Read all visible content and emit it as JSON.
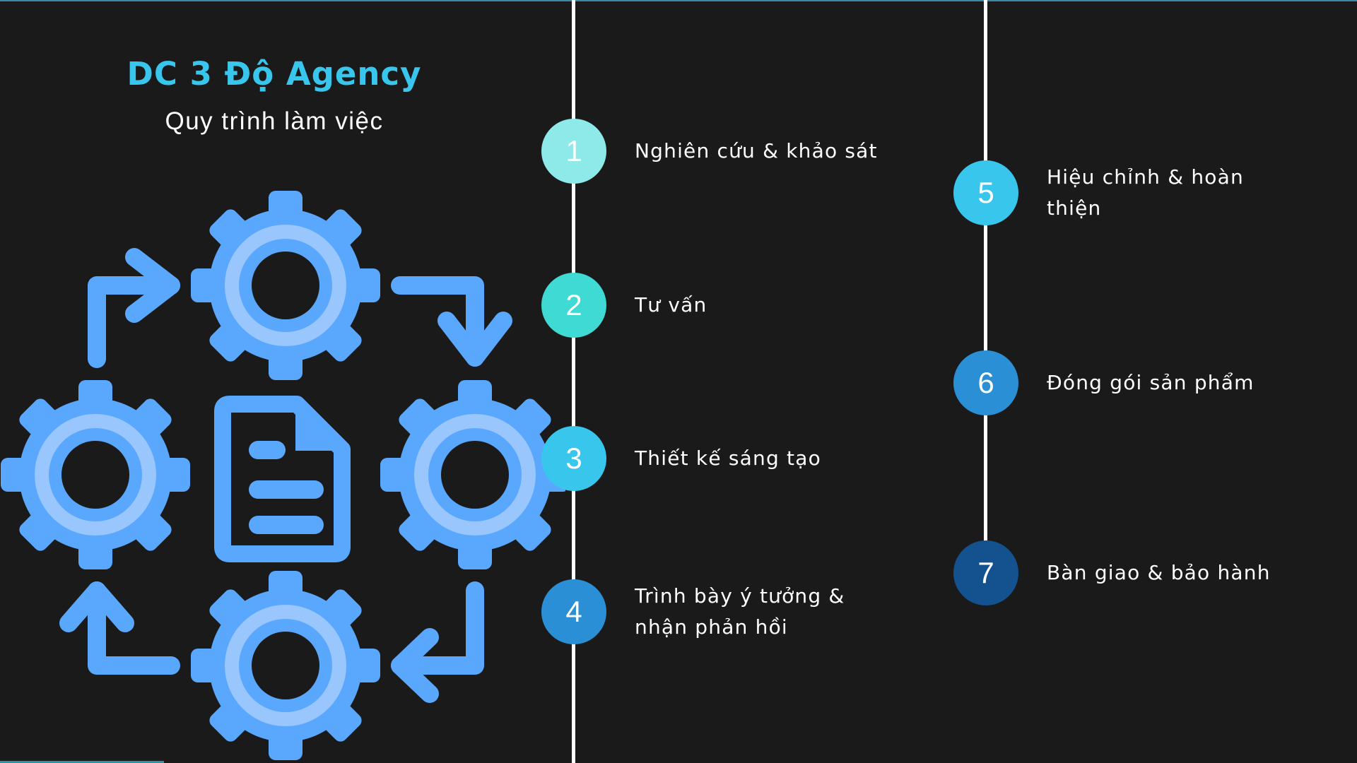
{
  "header": {
    "title": "DC 3 Độ Agency",
    "subtitle": "Quy trình làm việc"
  },
  "illustration": {
    "icon": "workflow-gears-document-icon",
    "color_gear": "#5aa7fe",
    "color_gear_inner": "#98c6fd"
  },
  "steps": [
    {
      "number": "1",
      "label": "Nghiên cứu & khảo sát",
      "color": "#8ee9e9"
    },
    {
      "number": "2",
      "label": "Tư vấn",
      "color": "#3fdad4"
    },
    {
      "number": "3",
      "label": "Thiết kế sáng tạo",
      "color": "#38c6ec"
    },
    {
      "number": "4",
      "label": "Trình bày ý tưởng & nhận phản hồi",
      "color": "#2a8fd4"
    },
    {
      "number": "5",
      "label": "Hiệu chỉnh & hoàn thiện",
      "color": "#38c6ec"
    },
    {
      "number": "6",
      "label": "Đóng gói sản phẩm",
      "color": "#2a8fd4"
    },
    {
      "number": "7",
      "label": "Bàn giao & bảo hành",
      "color": "#13528f"
    }
  ]
}
